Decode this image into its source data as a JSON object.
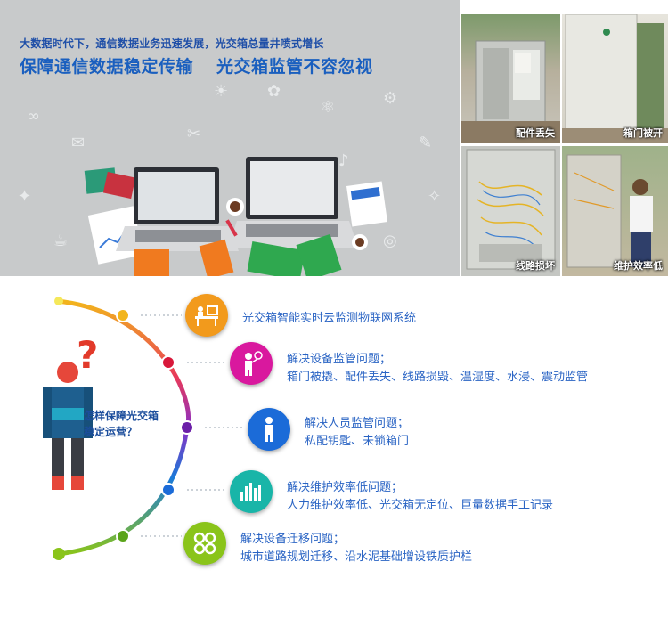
{
  "banner": {
    "subtitle": "大数据时代下，通信数据业务迅速发展，光交箱总量井喷式增长",
    "title_part1": "保障通信数据稳定传输",
    "title_part2": "光交箱监管不容忽视",
    "photos": [
      {
        "caption": "配件丢失",
        "icon": "cabinet-open-photo"
      },
      {
        "caption": "箱门被开",
        "icon": "cabinet-closed-photo"
      },
      {
        "caption": "线路损坏",
        "icon": "cabinet-wiring-photo"
      },
      {
        "caption": "维护效率低",
        "icon": "worker-photo"
      }
    ],
    "colors": {
      "banner_bg": "#c8cacb",
      "headline": "#1a5fbf"
    }
  },
  "section": {
    "question_line1": "怎样保障光交箱",
    "question_line2": "稳定运营？",
    "qmark": "?",
    "items": [
      {
        "title": "光交箱智能实时云监测物联网系统",
        "desc": "",
        "icon": "desk-monitor-icon",
        "color": "#f29a1c"
      },
      {
        "title": "解决设备监管问题；",
        "desc": "箱门被撬、配件丢失、线路损毁、温湿度、水浸、震动监管",
        "icon": "idea-person-icon",
        "color": "#d9189e"
      },
      {
        "title": "解决人员监管问题；",
        "desc": "私配钥匙、未锁箱门",
        "icon": "person-icon",
        "color": "#1b6bd8"
      },
      {
        "title": "解决维护效率低问题；",
        "desc": "人力维护效率低、光交箱无定位、巨量数据手工记录",
        "icon": "equalizer-icon",
        "color": "#19b5a8"
      },
      {
        "title": "解决设备迁移问题；",
        "desc": "城市道路规划迁移、沿水泥基础增设铁质护栏",
        "icon": "arrows-icon",
        "color": "#8ac41a"
      }
    ]
  }
}
